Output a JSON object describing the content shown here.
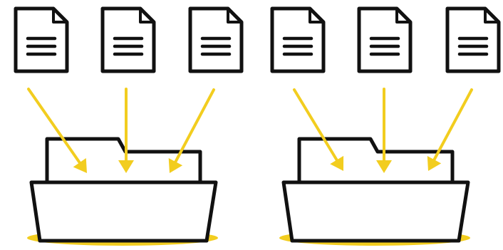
{
  "colors": {
    "background": "#ffffff",
    "outline": "#111111",
    "accent": "#f2cd1f",
    "paper": "#ffffff",
    "folder_back": "#ffffff"
  },
  "icons": {
    "document": "document-icon",
    "folder": "folder-icon",
    "arrow": "arrow-icon"
  },
  "groups": [
    {
      "name": "group-left",
      "documents": [
        {
          "name": "document-1"
        },
        {
          "name": "document-2"
        },
        {
          "name": "document-3"
        }
      ],
      "arrows": [
        {
          "name": "arrow-1"
        },
        {
          "name": "arrow-2"
        },
        {
          "name": "arrow-3"
        }
      ],
      "folder": {
        "name": "folder-left"
      }
    },
    {
      "name": "group-right",
      "documents": [
        {
          "name": "document-4"
        },
        {
          "name": "document-5"
        },
        {
          "name": "document-6"
        }
      ],
      "arrows": [
        {
          "name": "arrow-4"
        },
        {
          "name": "arrow-5"
        },
        {
          "name": "arrow-6"
        }
      ],
      "folder": {
        "name": "folder-right"
      }
    }
  ]
}
